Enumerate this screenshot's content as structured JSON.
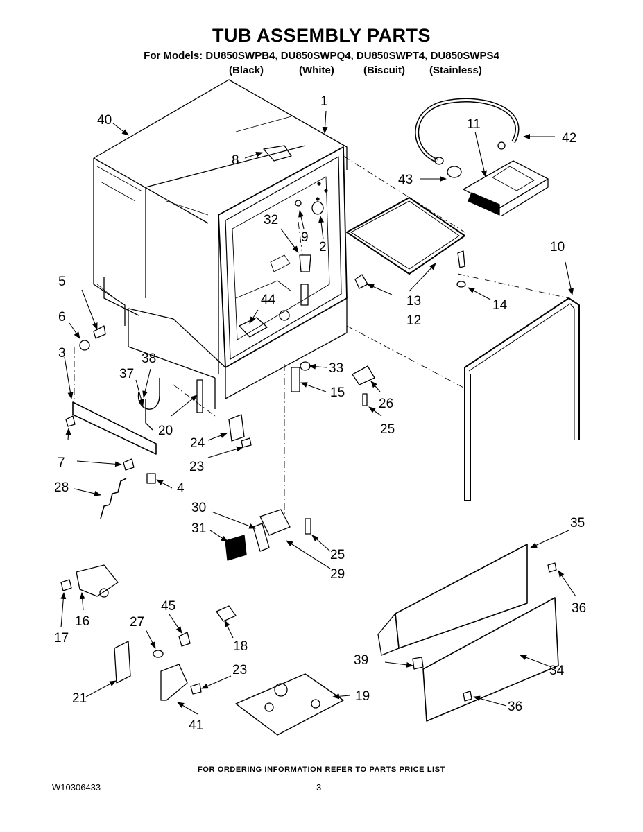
{
  "header": {
    "title": "TUB ASSEMBLY PARTS",
    "models": "For Models: DU850SWPB4, DU850SWPQ4, DU850SWPT4, DU850SWPS4",
    "finishes": [
      "(Black)",
      "(White)",
      "(Biscuit)",
      "(Stainless)"
    ]
  },
  "callouts": [
    "1",
    "2",
    "3",
    "4",
    "5",
    "6",
    "7",
    "8",
    "9",
    "10",
    "11",
    "12",
    "13",
    "14",
    "15",
    "16",
    "17",
    "18",
    "19",
    "20",
    "21",
    "23",
    "23",
    "24",
    "25",
    "25",
    "26",
    "27",
    "28",
    "29",
    "30",
    "31",
    "32",
    "33",
    "34",
    "35",
    "36",
    "36",
    "37",
    "38",
    "39",
    "40",
    "41",
    "42",
    "43",
    "44",
    "45"
  ],
  "footer": {
    "note": "FOR ORDERING INFORMATION REFER TO PARTS PRICE LIST",
    "doc_number": "W10306433",
    "page_number": "3"
  }
}
